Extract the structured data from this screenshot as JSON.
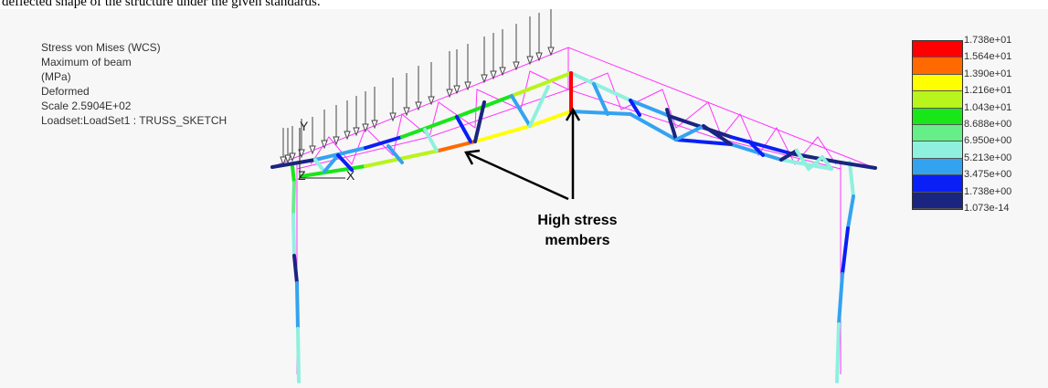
{
  "caption": "deflected shape of the structure under the given standards.",
  "info": {
    "lines": [
      "Stress von Mises (WCS)",
      "Maximum of beam",
      "(MPa)",
      "Deformed",
      "Scale  2.5904E+02",
      "Loadset:LoadSet1 :  TRUSS_SKETCH"
    ]
  },
  "legend": {
    "labels": [
      "1.738e+01",
      "1.564e+01",
      "1.390e+01",
      "1.216e+01",
      "1.043e+01",
      "8.688e+00",
      "6.950e+00",
      "5.213e+00",
      "3.475e+00",
      "1.738e+00",
      "1.073e-14"
    ],
    "colors": [
      "#ff0000",
      "#ff6a00",
      "#ffff00",
      "#b7f51c",
      "#19e619",
      "#66ee88",
      "#8ff0de",
      "#33a3f0",
      "#0a1ff5",
      "#1a2580"
    ]
  },
  "axes": {
    "y": "Y",
    "z": "Z",
    "x": "X"
  },
  "annotation": {
    "line1": "High stress",
    "line2": "members"
  },
  "colors": {
    "undeformed": "#ff33ff",
    "red": "#ff0000",
    "orange": "#ff6a00",
    "yellow": "#ffff00",
    "lime": "#b7f51c",
    "green": "#19e619",
    "lightgreen": "#66ee88",
    "cyan": "#8ff0de",
    "blue": "#33a3f0",
    "darkblue": "#0a1ff5",
    "navy": "#1a2580"
  }
}
